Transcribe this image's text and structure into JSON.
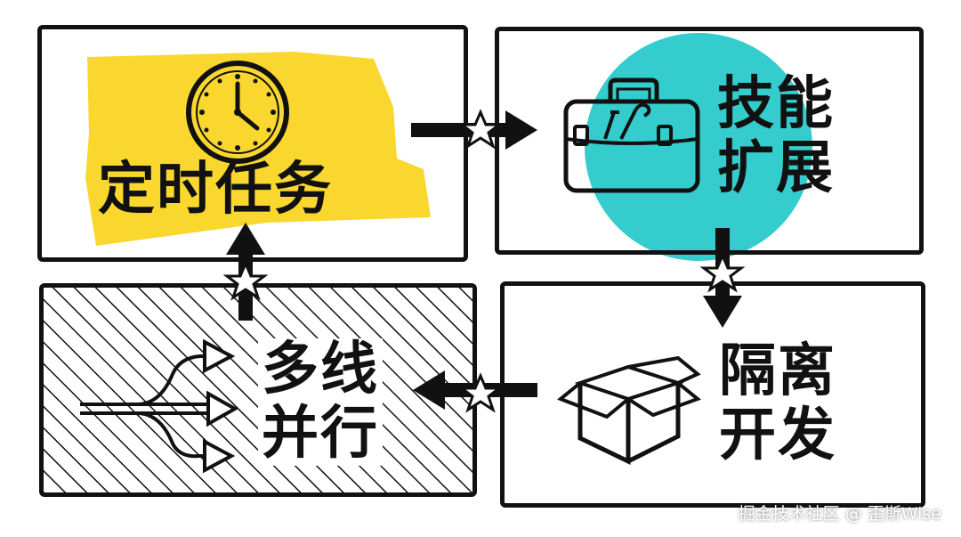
{
  "colors": {
    "ink": "#111111",
    "highlight_yellow": "#fad72e",
    "highlight_teal": "#34cccc",
    "background": "#ffffff"
  },
  "panels": [
    {
      "id": "scheduled-tasks",
      "label": "定时任务",
      "icon": "clock-icon"
    },
    {
      "id": "skill-extension",
      "label_lines": [
        "技能",
        "扩展"
      ],
      "icon": "toolbox-icon"
    },
    {
      "id": "isolated-development",
      "label_lines": [
        "隔离",
        "开发"
      ],
      "icon": "open-box-icon"
    },
    {
      "id": "multi-threaded",
      "label_lines": [
        "多线",
        "并行"
      ],
      "icon": "branching-arrows-icon"
    }
  ],
  "flow": [
    "定时任务",
    "技能扩展",
    "隔离开发",
    "多线并行",
    "定时任务"
  ],
  "watermark": "掘金技术社区 @ 歪斯Wise"
}
